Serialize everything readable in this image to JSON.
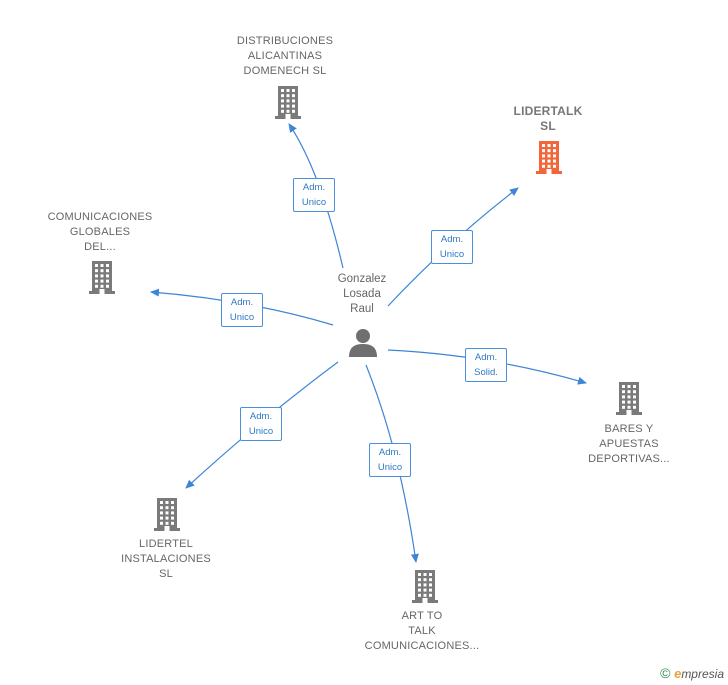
{
  "person": {
    "name": "Gonzalez\nLosada\nRaul"
  },
  "companies": [
    {
      "id": "distribuciones",
      "name": "DISTRIBUCIONES\nALICANTINAS\nDOMENECH SL",
      "highlight": false
    },
    {
      "id": "lidertalk",
      "name": "LIDERTALK\nSL",
      "highlight": true
    },
    {
      "id": "comunicaciones",
      "name": "COMUNICACIONES\nGLOBALES\nDEL...",
      "highlight": false
    },
    {
      "id": "bares",
      "name": "BARES Y\nAPUESTAS\nDEPORTIVAS...",
      "highlight": false
    },
    {
      "id": "lidertel",
      "name": "LIDERTEL\nINSTALACIONES\nSL",
      "highlight": false
    },
    {
      "id": "arttotalk",
      "name": "ART TO\nTALK\nCOMUNICACIONES...",
      "highlight": false
    }
  ],
  "edges": [
    {
      "to": "distribuciones",
      "label": "Adm.\nUnico"
    },
    {
      "to": "lidertalk",
      "label": "Adm.\nUnico"
    },
    {
      "to": "comunicaciones",
      "label": "Adm.\nUnico"
    },
    {
      "to": "bares",
      "label": "Adm.\nSolid."
    },
    {
      "to": "lidertel",
      "label": "Adm.\nUnico"
    },
    {
      "to": "arttotalk",
      "label": "Adm.\nUnico"
    }
  ],
  "colors": {
    "edge": "#3d85d6",
    "company": "#7a7a7a",
    "highlight": "#f2663a",
    "person": "#6f6f6f"
  },
  "footer": {
    "copyright": "©",
    "brand_initial": "e",
    "brand_rest": "mpresia"
  }
}
